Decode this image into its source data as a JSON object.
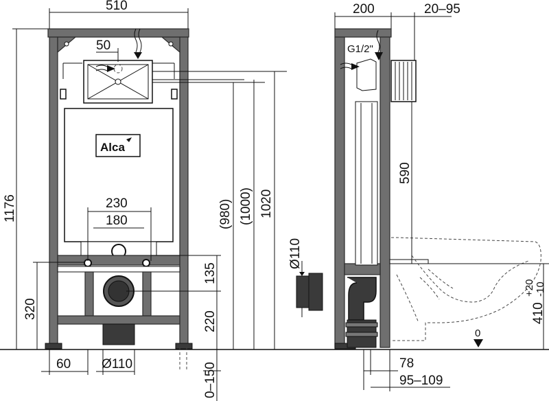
{
  "front": {
    "width_top": "510",
    "offset_top": "50",
    "height_total": "1176",
    "height_320": "320",
    "spacing_230": "230",
    "spacing_180": "180",
    "h_980": "(980)",
    "h_1000": "(1000)",
    "h_1020": "1020",
    "h_135": "135",
    "h_220": "220",
    "bottom_60": "60",
    "bottom_pipe": "Ø110",
    "bottom_range": "0–150",
    "logo": "Alca"
  },
  "side": {
    "depth_top": "200",
    "range_top": "20–95",
    "inlet": "G1/2\"",
    "h_590": "590",
    "pipe": "Ø110",
    "floor_zero": "0",
    "h_410": "410",
    "tol_plus": "+20",
    "tol_minus": "-10",
    "bottom_78": "78",
    "bottom_range": "95–109"
  }
}
